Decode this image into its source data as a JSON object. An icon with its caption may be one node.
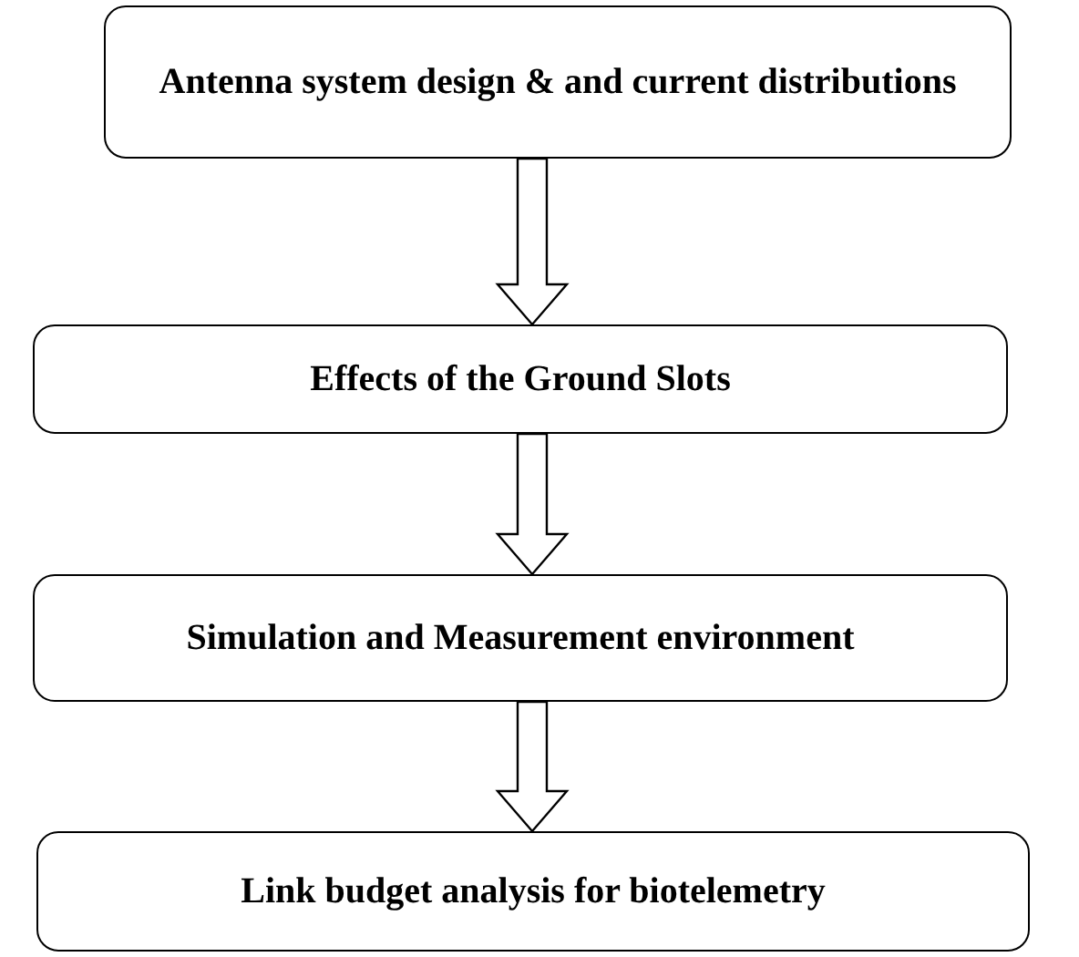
{
  "diagram": {
    "nodes": [
      {
        "text": [
          "Antenna system design & and current distributions"
        ]
      },
      {
        "text": [
          "Effects of the Ground Slots"
        ]
      },
      {
        "text": [
          "Simulation and Measurement environment"
        ]
      },
      {
        "text": [
          "Link budget analysis for biotelemetry"
        ]
      }
    ],
    "edges": [
      {
        "from": 0,
        "to": 1,
        "arrow": "to"
      },
      {
        "from": 1,
        "to": 2,
        "arrow": "to"
      },
      {
        "from": 2,
        "to": 3,
        "arrow": "to"
      }
    ]
  }
}
